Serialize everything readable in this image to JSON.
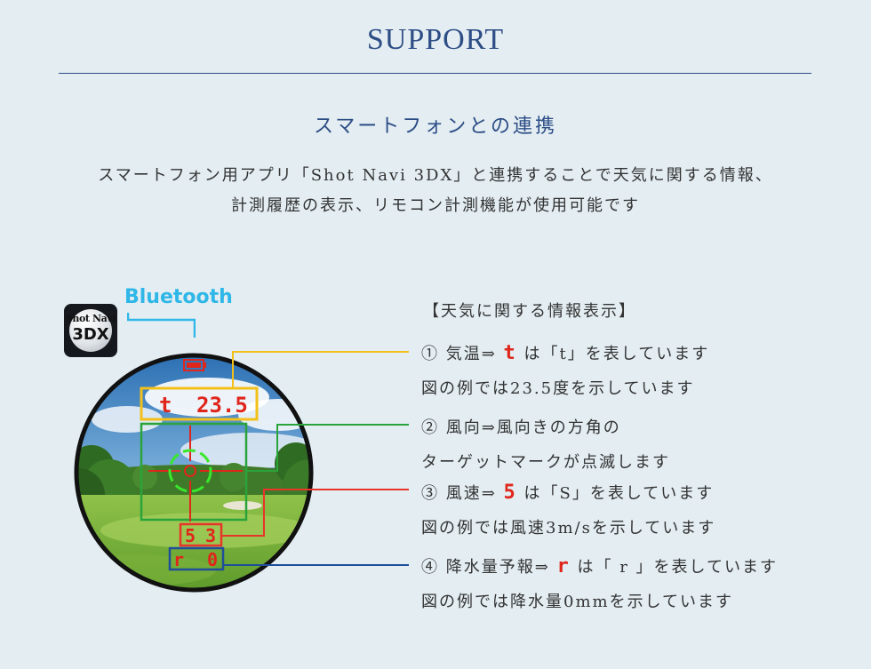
{
  "header": {
    "title": "SUPPORT"
  },
  "section": {
    "subtitle": "スマートフォンとの連携",
    "intro_line1": "スマートフォン用アプリ「Shot Navi 3DX」と連携することで天気に関する情報、",
    "intro_line2": "計測履歴の表示、リモコン計測機能が使用可能です"
  },
  "app_icon": {
    "brand": "Shot Navi",
    "model": "3DX"
  },
  "bluetooth_label": "Bluetooth",
  "scope_display": {
    "temp_symbol": "t",
    "temp_value": "23.5",
    "wind_speed_symbol": "5",
    "wind_speed_value": "3",
    "rain_symbol": "r",
    "rain_value": "0"
  },
  "info": {
    "heading": "【天気に関する情報表示】",
    "items": [
      {
        "prefix": "① 気温⇒ ",
        "symbol": "t",
        "suffix": " は「t」を表しています",
        "detail": "図の例では23.5度を示しています"
      },
      {
        "prefix": "② 風向⇒風向きの方角の",
        "symbol": "",
        "suffix": "",
        "detail": "ターゲットマークが点滅します"
      },
      {
        "prefix": "③ 風速⇒ ",
        "symbol": "5",
        "suffix": " は「S」を表しています",
        "detail": "図の例では風速3m/sを示しています"
      },
      {
        "prefix": "④ 降水量予報⇒ ",
        "symbol": "r",
        "suffix": " は「 r 」を表しています",
        "detail": "図の例では降水量0mmを示しています"
      }
    ]
  },
  "colors": {
    "accent_blue": "#2d4d85",
    "bluetooth": "#2fb7e8",
    "segment_red": "#e0251b",
    "temp_line": "#f3c01a",
    "wind_dir_line": "#2aa33a",
    "wind_speed_line": "#e8352a",
    "rain_line": "#1f4f9a"
  }
}
